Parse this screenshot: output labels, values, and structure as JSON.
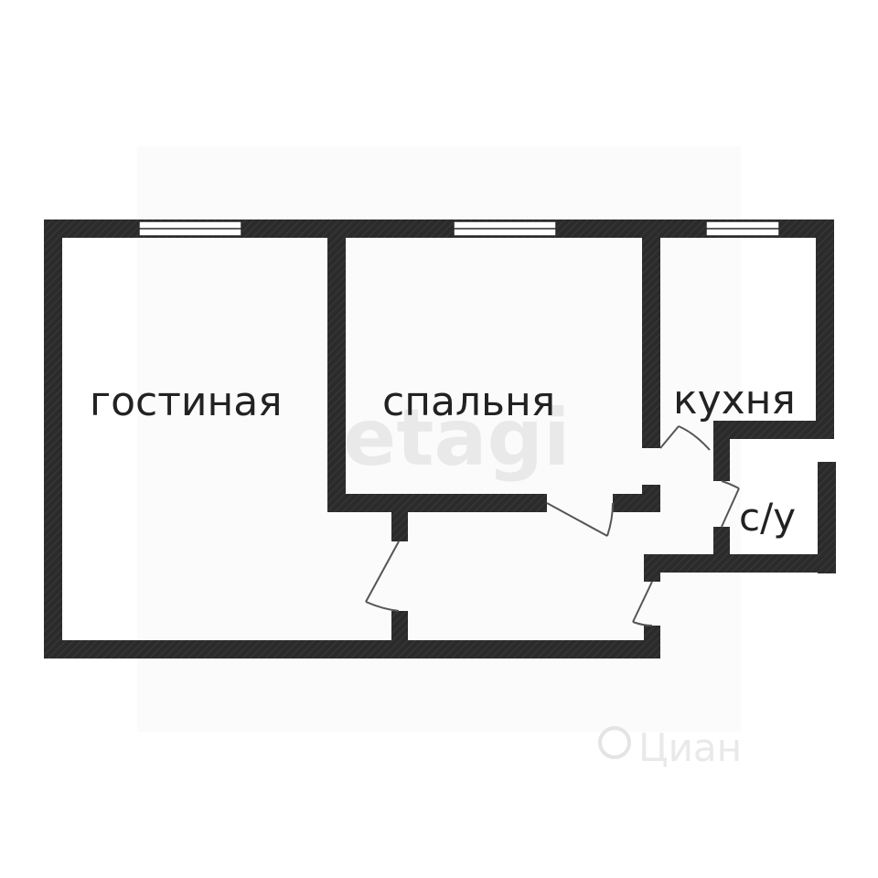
{
  "rooms": {
    "living": "гостиная",
    "bedroom": "спальня",
    "kitchen": "кухня",
    "bathroom": "с/у"
  },
  "watermarks": {
    "primary": "etagi",
    "secondary": "Циан"
  },
  "colors": {
    "wall": "#2b2b2b",
    "background": "#ffffff",
    "window": "#ffffff",
    "door": "#555555"
  }
}
